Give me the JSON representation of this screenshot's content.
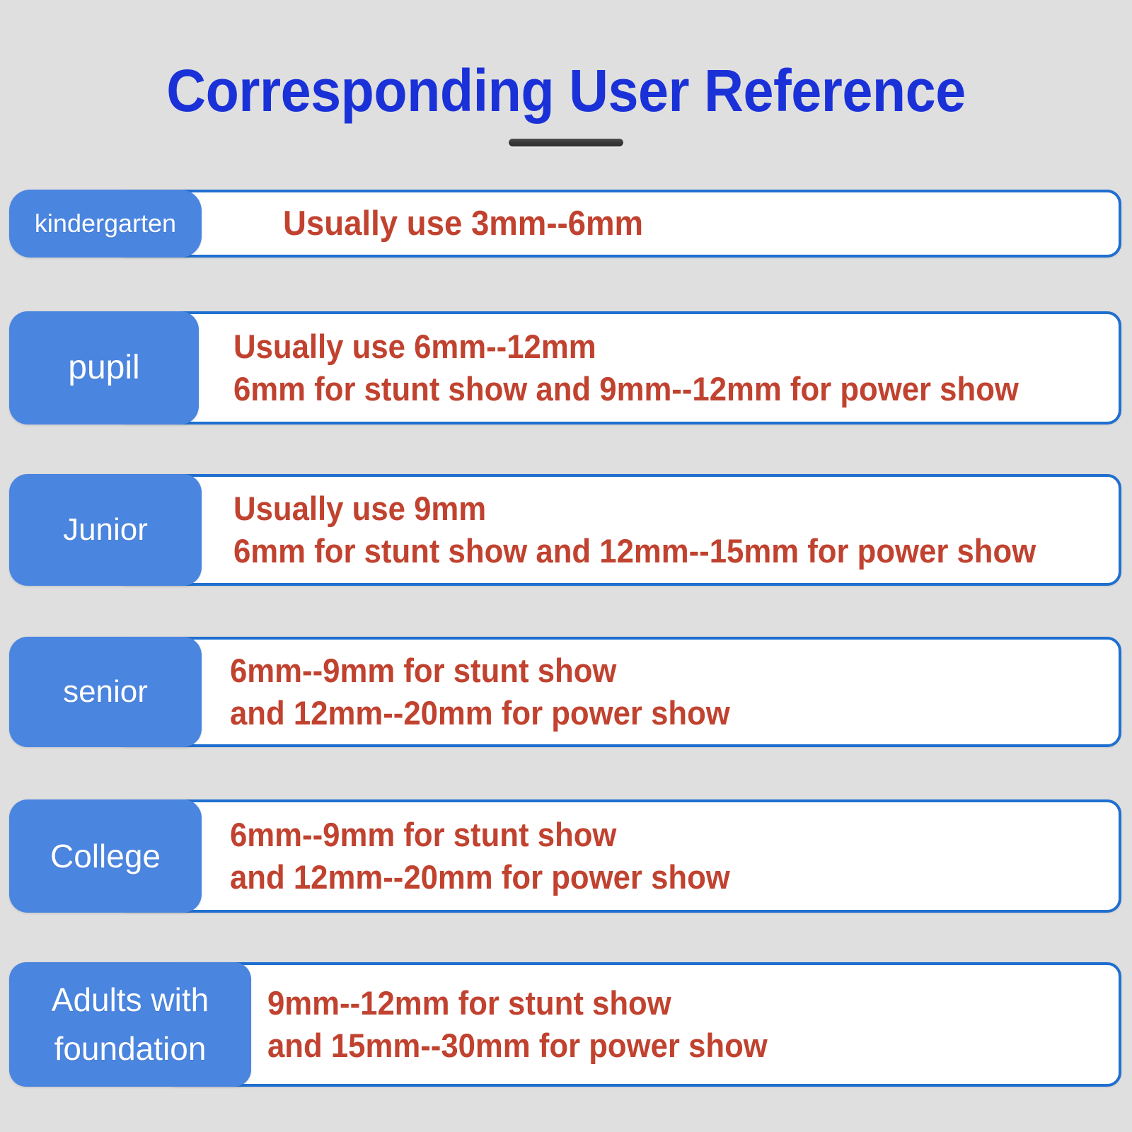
{
  "colors": {
    "background": "#dfdfdf",
    "title": "#1a31d8",
    "pill": "#4a85e0",
    "card_border": "#1f6fd0",
    "body_text": "#c0422f",
    "divider": "#3a3a3a",
    "card_fill": "#ffffff",
    "pill_text": "#ffffff"
  },
  "header": {
    "title": "Corresponding User Reference",
    "divider": "title-divider"
  },
  "rows": [
    {
      "label": "kindergarten",
      "lines": [
        "Usually use 3mm--6mm"
      ]
    },
    {
      "label": "pupil",
      "lines": [
        "Usually use 6mm--12mm",
        "6mm for stunt show and 9mm--12mm for power show"
      ]
    },
    {
      "label": "Junior",
      "lines": [
        "Usually use 9mm",
        "6mm for stunt show and 12mm--15mm for power show"
      ]
    },
    {
      "label": "senior",
      "lines": [
        "6mm--9mm for stunt show",
        "and 12mm--20mm for power show"
      ]
    },
    {
      "label": "College",
      "lines": [
        "6mm--9mm for stunt show",
        "and 12mm--20mm for power show"
      ]
    },
    {
      "label": "Adults with\nfoundation",
      "lines": [
        "9mm--12mm for stunt show",
        "and 15mm--30mm for power show"
      ]
    }
  ]
}
